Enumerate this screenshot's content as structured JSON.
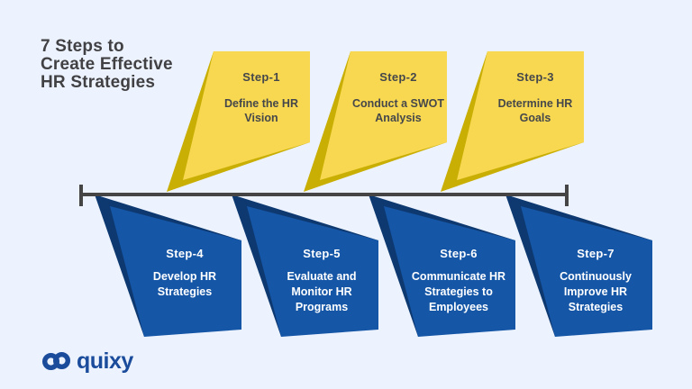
{
  "title": {
    "lines": [
      "7 Steps to",
      "Create Effective",
      "HR Strategies"
    ]
  },
  "steps": [
    {
      "label": "Step-1",
      "title_lines": [
        "Define the HR",
        "Vision"
      ],
      "row": "top"
    },
    {
      "label": "Step-2",
      "title_lines": [
        "Conduct a SWOT",
        "Analysis"
      ],
      "row": "top"
    },
    {
      "label": "Step-3",
      "title_lines": [
        "Determine HR",
        "Goals"
      ],
      "row": "top"
    },
    {
      "label": "Step-4",
      "title_lines": [
        "Develop HR",
        "Strategies"
      ],
      "row": "bottom"
    },
    {
      "label": "Step-5",
      "title_lines": [
        "Evaluate and",
        "Monitor HR",
        "Programs"
      ],
      "row": "bottom"
    },
    {
      "label": "Step-6",
      "title_lines": [
        "Communicate HR",
        "Strategies to",
        "Employees"
      ],
      "row": "bottom"
    },
    {
      "label": "Step-7",
      "title_lines": [
        "Continuously",
        "Improve HR",
        "Strategies"
      ],
      "row": "bottom"
    }
  ],
  "logo": {
    "text": "quixy"
  },
  "colors": {
    "background": "#EDF3FE",
    "yellow_flag": "#F8D850",
    "yellow_flag_fold": "#C9AE04",
    "blue_flag": "#1556A7",
    "blue_flag_fold": "#0E3970",
    "timeline": "#454545",
    "title_text": "#414144",
    "text_on_yellow": "#45474B",
    "text_on_blue": "#FFFFFF",
    "logo_blue": "#1B4C9C"
  }
}
